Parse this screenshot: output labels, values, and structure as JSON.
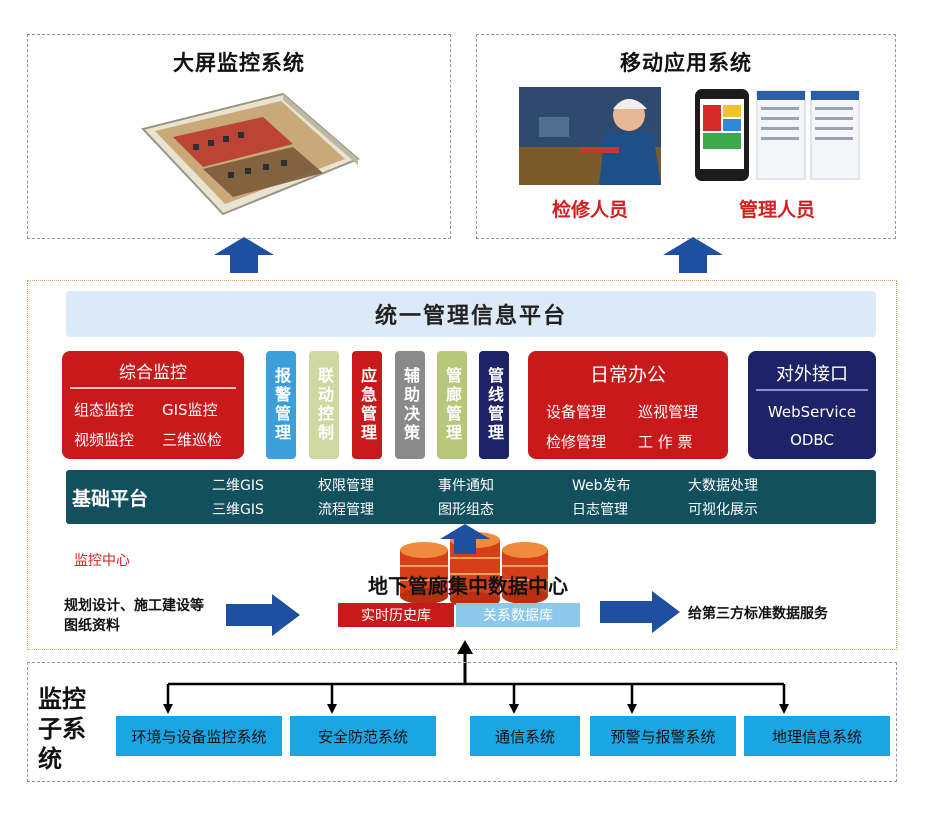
{
  "top_left": {
    "title": "大屏监控系统"
  },
  "top_right": {
    "title": "移动应用系统",
    "captions": [
      "检修人员",
      "管理人员"
    ]
  },
  "platform": {
    "title": "统一管理信息平台",
    "monitor_box": {
      "title": "综合监控",
      "items": [
        "组态监控",
        "GIS监控",
        "视频监控",
        "三维巡检"
      ]
    },
    "columns": [
      {
        "label": "报警管理",
        "color": "#3aa0dc"
      },
      {
        "label": "联动控制",
        "color": "#cfd8a0"
      },
      {
        "label": "应急管理",
        "color": "#c81a1a"
      },
      {
        "label": "辅助决策",
        "color": "#8a8a8a"
      },
      {
        "label": "管廊管理",
        "color": "#b8c77a"
      },
      {
        "label": "管线管理",
        "color": "#1d2366"
      }
    ],
    "office_box": {
      "title": "日常办公",
      "items": [
        "设备管理",
        "巡视管理",
        "检修管理",
        "工 作 票"
      ]
    },
    "interface_box": {
      "title": "对外接口",
      "items": [
        "WebService",
        "ODBC"
      ]
    },
    "base": {
      "title": "基础平台",
      "items": [
        "二维GIS",
        "三维GIS",
        "权限管理",
        "流程管理",
        "事件通知",
        "图形组态",
        "Web发布",
        "日志管理",
        "大数据处理",
        "可视化展示"
      ]
    },
    "monitor_center": "监控中心",
    "data_center": {
      "title": "地下管廊集中数据中心",
      "tags": [
        "实时历史库",
        "关系数据库"
      ]
    },
    "left_input": "规划设计、施工建设等 图纸资料",
    "right_output": "给第三方标准数据服务"
  },
  "subsystems": {
    "title": "监控子系统",
    "items": [
      "环境与设备监控系统",
      "安全防范系统",
      "通信系统",
      "预警与报警系统",
      "地理信息系统"
    ]
  },
  "colors": {
    "red": "#c81a1a",
    "navy": "#1d2366",
    "teal": "#12505e",
    "arrow_blue": "#1f4fa0",
    "sub_blue": "#1aa6e2"
  }
}
